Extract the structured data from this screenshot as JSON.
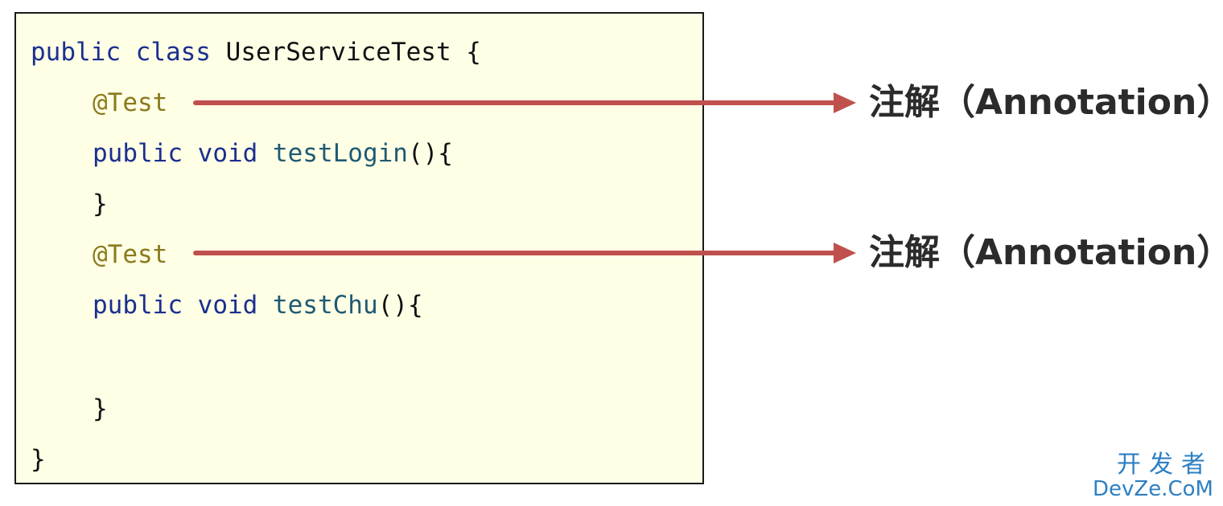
{
  "code": {
    "line1": {
      "kw1": "public",
      "kw2": "class",
      "name": "UserServiceTest",
      "brace": "{"
    },
    "line2": {
      "annotation": "@Test"
    },
    "line3": {
      "kw1": "public",
      "kw2": "void",
      "method": "testLogin",
      "tail": "(){"
    },
    "line4": {
      "brace": "}"
    },
    "line5": {
      "annotation": "@Test"
    },
    "line6": {
      "kw1": "public",
      "kw2": "void",
      "method": "testChu",
      "tail": "(){"
    },
    "line7": {
      "brace": "}"
    },
    "line8": {
      "brace": "}"
    }
  },
  "labels": {
    "first": "注解（Annotation）",
    "second": "注解（Annotation）"
  },
  "watermark": {
    "cn": "开发者",
    "en": "DevZe.CoM"
  },
  "colors": {
    "code_background": "#ffffe6",
    "keyword": "#1a2f8f",
    "annotation": "#8a7a1c",
    "method": "#1e5a73",
    "arrow": "#c0504d",
    "label": "#2b2b2b",
    "watermark": "#2d7fc3"
  }
}
